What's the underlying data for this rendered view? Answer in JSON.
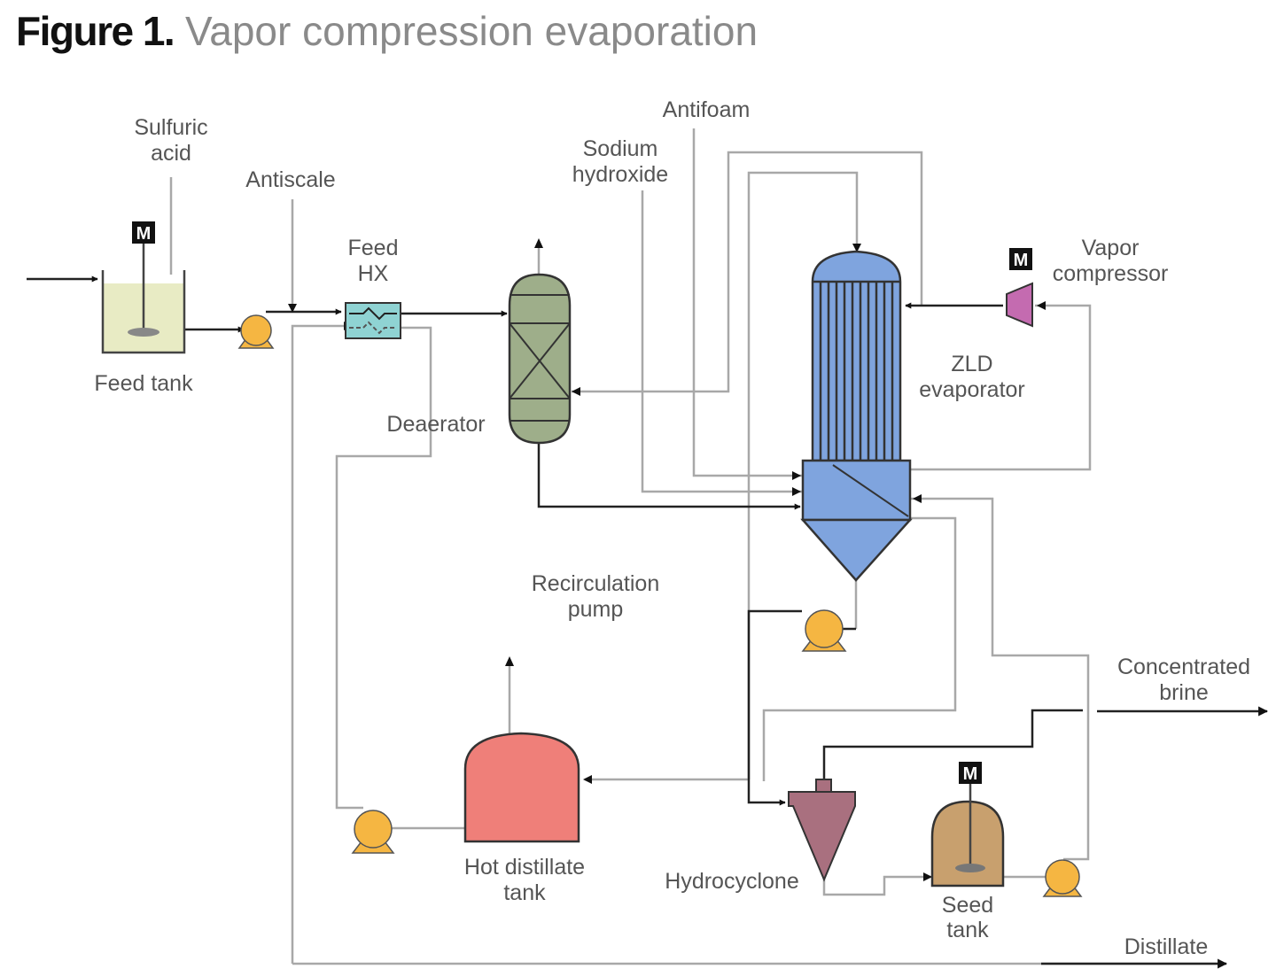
{
  "title": {
    "figure": "Figure 1.",
    "text": "Vapor compression evaporation"
  },
  "labels": {
    "sulfuric_1": "Sulfuric",
    "sulfuric_2": "acid",
    "antiscale": "Antiscale",
    "feed_hx_1": "Feed",
    "feed_hx_2": "HX",
    "sodium_1": "Sodium",
    "sodium_2": "hydroxide",
    "antifoam": "Antifoam",
    "vapor_1": "Vapor",
    "vapor_2": "compressor",
    "feed_tank": "Feed tank",
    "deaerator": "Deaerator",
    "zld_1": "ZLD",
    "zld_2": "evaporator",
    "recirc_1": "Recirculation",
    "recirc_2": "pump",
    "brine_1": "Concentrated",
    "brine_2": "brine",
    "hot_1": "Hot distillate",
    "hot_2": "tank",
    "hydrocyclone": "Hydrocyclone",
    "seed_1": "Seed",
    "seed_2": "tank",
    "distillate": "Distillate",
    "motor": "M"
  },
  "colors": {
    "feed_tank": "#e8ebc4",
    "pump": "#f5b642",
    "feed_hx": "#8fd3d3",
    "deaerator": "#9eae8a",
    "evaporator": "#7fa4de",
    "compressor": "#c46bb0",
    "hot_tank": "#ef7f79",
    "hydrocyclone": "#a9707f",
    "seed_tank": "#c8a06e"
  }
}
